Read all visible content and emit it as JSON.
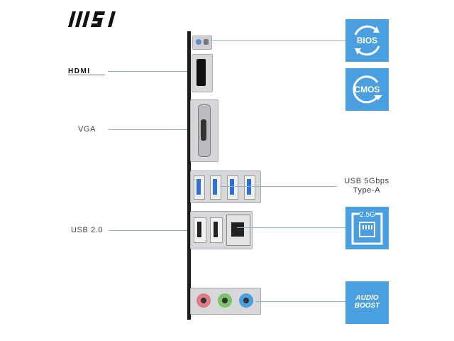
{
  "brand": {
    "logo_text": "MSI"
  },
  "ports_left": {
    "hdmi": "HDMI",
    "vga": "VGA",
    "usb20": "USB 2.0"
  },
  "ports_right": {
    "usb_line1": "USB 5Gbps",
    "usb_line2": "Type-A"
  },
  "buttons": {
    "bios": "BIOS",
    "cmos": "CMOS"
  },
  "badges": {
    "lan_speed": "2.5G",
    "audio_line1": "AUDIO",
    "audio_line2": "BOOST"
  },
  "colors": {
    "tile_blue": "#4a9fe0",
    "panel_black": "#1c1c1c",
    "usb3_blue": "#2f6fd6",
    "audio_pink": "#e07a86",
    "audio_green": "#7cc36a",
    "audio_blue": "#4a9fe0"
  }
}
